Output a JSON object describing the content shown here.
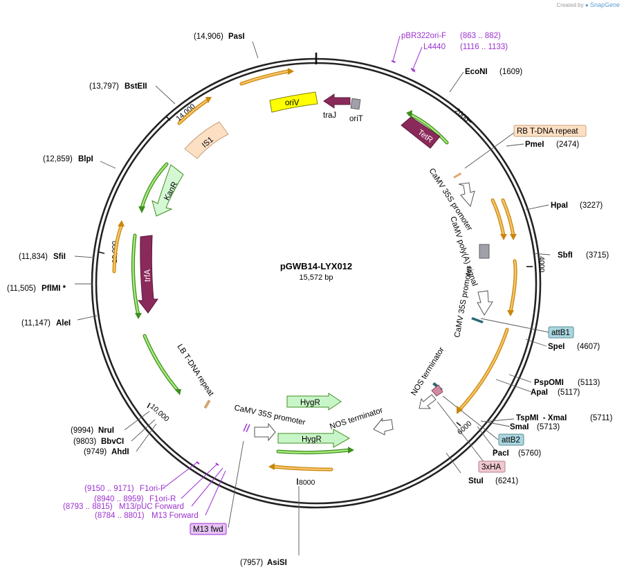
{
  "brand": {
    "created_by": "Created by",
    "app": "SnapGene"
  },
  "plasmid": {
    "name": "pGWB14-LYX012",
    "length": "15,572 bp"
  },
  "ticks": [
    "2000",
    "4000",
    "6000",
    "8000",
    "10,000",
    "12,000",
    "14,000"
  ],
  "sites": [
    {
      "name": "PasI",
      "pos": "(14,906)"
    },
    {
      "name": "BstEII",
      "pos": "(13,797)"
    },
    {
      "name": "BlpI",
      "pos": "(12,859)"
    },
    {
      "name": "SfiI",
      "pos": "(11,834)"
    },
    {
      "name": "PflMI *",
      "pos": "(11,505)"
    },
    {
      "name": "AleI",
      "pos": "(11,147)"
    },
    {
      "name": "NruI",
      "pos": "(9994)"
    },
    {
      "name": "BbvCI",
      "pos": "(9803)"
    },
    {
      "name": "AhdI",
      "pos": "(9749)"
    },
    {
      "name": "AsiSI",
      "pos": "(7957)"
    },
    {
      "name": "StuI",
      "pos": "(6241)"
    },
    {
      "name": "PacI",
      "pos": "(5760)"
    },
    {
      "name": "SmaI",
      "pos": "(5713)"
    },
    {
      "name": "TspMI  - XmaI",
      "pos": "(5711)"
    },
    {
      "name": "ApaI",
      "pos": "(5117)"
    },
    {
      "name": "PspOMI",
      "pos": "(5113)"
    },
    {
      "name": "SpeI",
      "pos": "(4607)"
    },
    {
      "name": "SbfI",
      "pos": "(3715)"
    },
    {
      "name": "HpaI",
      "pos": "(3227)"
    },
    {
      "name": "PmeI",
      "pos": "(2474)"
    },
    {
      "name": "EcoNI",
      "pos": "(1609)"
    }
  ],
  "primers": [
    {
      "name": "pBR322ori-F",
      "range": "(863 .. 882)"
    },
    {
      "name": "L4440",
      "range": "(1116 .. 1133)"
    },
    {
      "name": "F1ori-F",
      "range": "(9150 .. 9171)"
    },
    {
      "name": "F1ori-R",
      "range": "(8940 .. 8959)"
    },
    {
      "name": "M13/pUC Forward",
      "range": "(8793 .. 8815)"
    },
    {
      "name": "M13 Forward",
      "range": "(8784 .. 8801)"
    }
  ],
  "boxed_labels": {
    "rb_repeat": "RB T-DNA repeat",
    "attb1": "attB1",
    "attb2": "attB2",
    "ha": "3xHA",
    "m13fwd": "M13 fwd"
  },
  "features": {
    "oriV": "oriV",
    "traJ": "traJ",
    "oriT": "oriT",
    "tetR": "TetR",
    "is1": "IS1",
    "kanR": "KanR",
    "trfA": "trfA",
    "hygR1": "HygR",
    "hygR2": "HygR",
    "camv_top": "CaMV 35S promoter",
    "camv_polya": "CaMV poly(A) signal",
    "camv_mid": "CaMV 35S promoter",
    "nos_right": "NOS terminator",
    "lb_repeat": "LB T-DNA repeat",
    "camv_bottom": "CaMV 35S promoter",
    "nos_bottom": "NOS terminator"
  },
  "colors": {
    "primer": "#9b30d0",
    "backbone": "#2b2b2b",
    "orf_orange": "#f0a830",
    "orf_green": "#7ec850",
    "marker_purple": "#8a2a5a",
    "hygr_fill": "#c8f5c8",
    "kanr_fill": "#d4f7d4",
    "oriv_fill": "#ffff00",
    "is1_fill": "#fde0c4",
    "attb_fill": "#a9d6df",
    "ha_fill": "#f0c8d0",
    "m13_fill": "#e7c3f5"
  }
}
